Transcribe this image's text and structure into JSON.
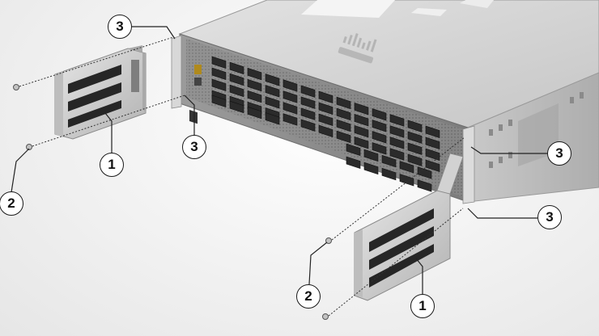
{
  "diagram": {
    "callouts": [
      {
        "id": "c3a",
        "label": "3"
      },
      {
        "id": "c3b",
        "label": "3"
      },
      {
        "id": "c3c",
        "label": "3"
      },
      {
        "id": "c3d",
        "label": "3"
      },
      {
        "id": "c1a",
        "label": "1"
      },
      {
        "id": "c1b",
        "label": "1"
      },
      {
        "id": "c2a",
        "label": "2"
      },
      {
        "id": "c2b",
        "label": "2"
      }
    ]
  },
  "colors": {
    "chassis_top": "#d3d3d3",
    "chassis_front": "#8a8a8a",
    "chassis_side": "#bdbdbd",
    "port": "#2b2b2b",
    "bracket": "#c9c9c9",
    "bracket_slot": "#262626",
    "leader": "#222222"
  },
  "icons": {
    "logo": "cisco-logo-icon",
    "bracket": "rack-mount-bracket-icon",
    "screw": "screw-icon"
  }
}
